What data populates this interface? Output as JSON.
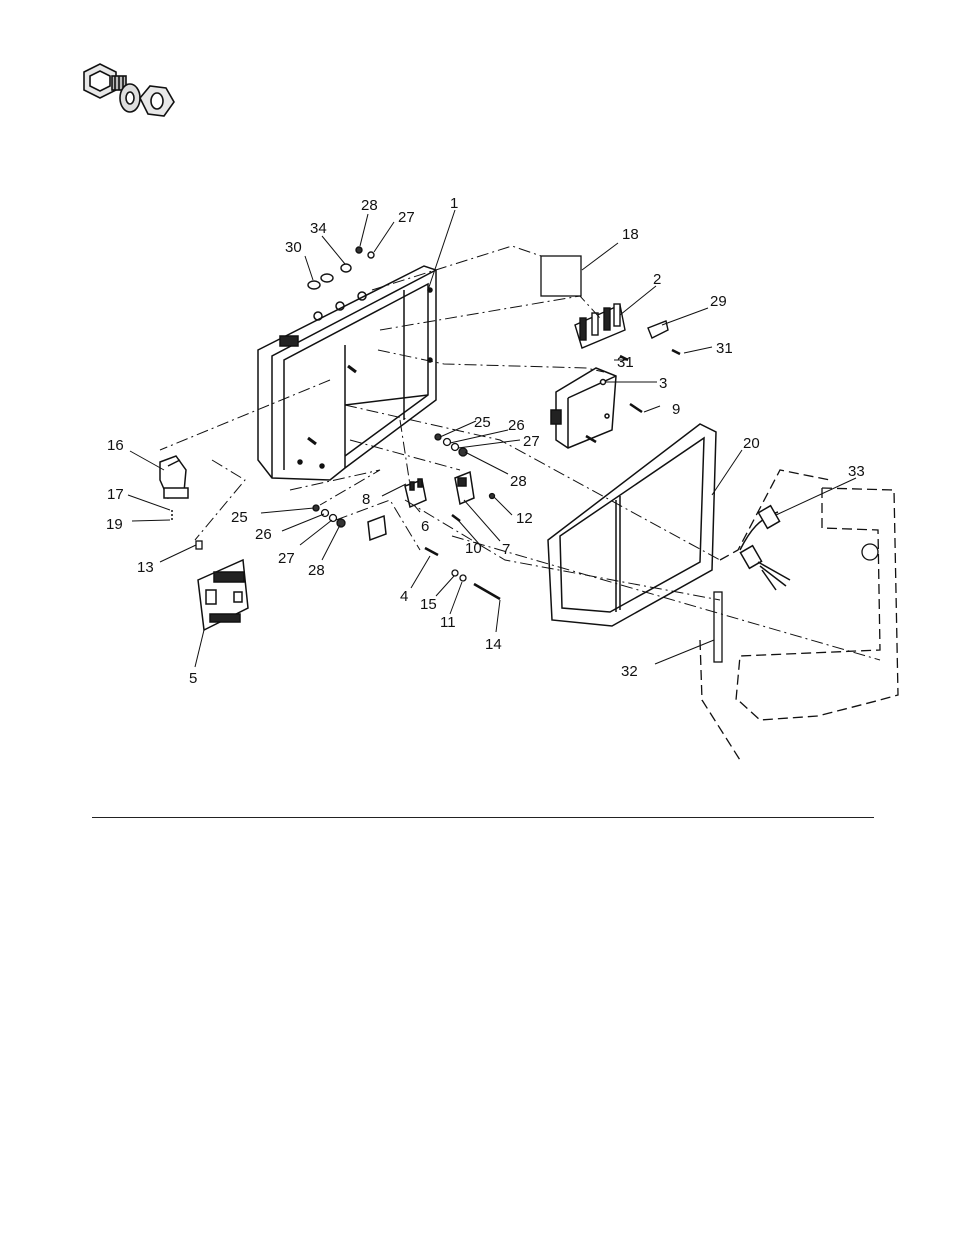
{
  "hardware_icon": "bolt-washer-nut-icon",
  "callouts": [
    {
      "id": "c1",
      "text": "1"
    },
    {
      "id": "c2",
      "text": "2"
    },
    {
      "id": "c3",
      "text": "3"
    },
    {
      "id": "c4",
      "text": "4"
    },
    {
      "id": "c5",
      "text": "5"
    },
    {
      "id": "c6",
      "text": "6"
    },
    {
      "id": "c7",
      "text": "7"
    },
    {
      "id": "c8",
      "text": "8"
    },
    {
      "id": "c9",
      "text": "9"
    },
    {
      "id": "c10",
      "text": "10"
    },
    {
      "id": "c11",
      "text": "11"
    },
    {
      "id": "c12",
      "text": "12"
    },
    {
      "id": "c13",
      "text": "13"
    },
    {
      "id": "c14",
      "text": "14"
    },
    {
      "id": "c15",
      "text": "15"
    },
    {
      "id": "c16",
      "text": "16"
    },
    {
      "id": "c17",
      "text": "17"
    },
    {
      "id": "c18",
      "text": "18"
    },
    {
      "id": "c19",
      "text": "19"
    },
    {
      "id": "c20",
      "text": "20"
    },
    {
      "id": "c25a",
      "text": "25"
    },
    {
      "id": "c25b",
      "text": "25"
    },
    {
      "id": "c26a",
      "text": "26"
    },
    {
      "id": "c26b",
      "text": "26"
    },
    {
      "id": "c27a",
      "text": "27"
    },
    {
      "id": "c27b",
      "text": "27"
    },
    {
      "id": "c27c",
      "text": "27"
    },
    {
      "id": "c28a",
      "text": "28"
    },
    {
      "id": "c28b",
      "text": "28"
    },
    {
      "id": "c28c",
      "text": "28"
    },
    {
      "id": "c29",
      "text": "29"
    },
    {
      "id": "c30",
      "text": "30"
    },
    {
      "id": "c31a",
      "text": "31"
    },
    {
      "id": "c31b",
      "text": "31"
    },
    {
      "id": "c32",
      "text": "32"
    },
    {
      "id": "c33",
      "text": "33"
    },
    {
      "id": "c34",
      "text": "34"
    }
  ]
}
